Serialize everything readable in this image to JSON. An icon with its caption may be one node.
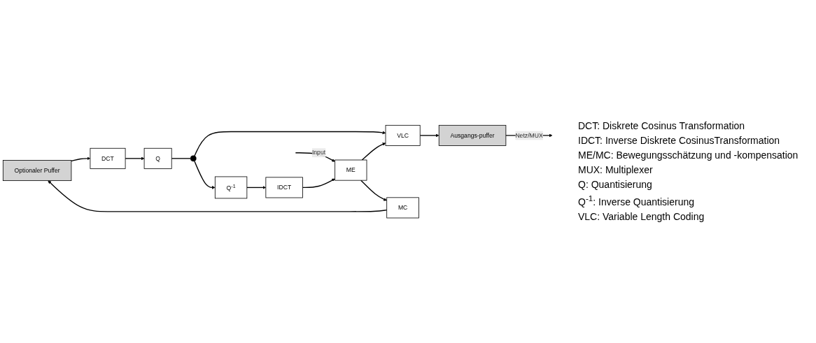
{
  "diagram": {
    "nodes": [
      {
        "text": [
          "Optionaler Puffer"
        ]
      },
      {
        "text": [
          "DCT"
        ]
      },
      {
        "text": [
          "Q"
        ]
      },
      {
        "text": [],
        "shape": "circle"
      },
      {
        "text": [
          "VLC"
        ]
      },
      {
        "text": [
          "Ausgangs-puffer"
        ]
      },
      {
        "text": [
          "MC"
        ]
      },
      {
        "text": [
          "ME"
        ]
      },
      {
        "text": [
          "IDCT"
        ]
      },
      {
        "text": [
          "Q$^{-1}$"
        ]
      }
    ],
    "edges": [
      {
        "from": 0,
        "to": 1,
        "arrow": "to"
      },
      {
        "from": 1,
        "to": 2,
        "arrow": "to"
      },
      {
        "from": 2,
        "to": 3,
        "arrow": "none"
      },
      {
        "from": 3,
        "to": 4,
        "arrow": "to"
      },
      {
        "from": 4,
        "to": 5,
        "arrow": "to"
      },
      {
        "from": 5,
        "to": null,
        "arrow": "to",
        "label": "Netz/MUX"
      },
      {
        "from": null,
        "to": 7,
        "arrow": "to",
        "label": "Input"
      },
      {
        "from": 7,
        "to": 6,
        "arrow": "to"
      },
      {
        "from": 6,
        "to": 0,
        "arrow": "to"
      },
      {
        "from": 7,
        "to": 4,
        "arrow": "to"
      },
      {
        "from": 3,
        "to": 9,
        "arrow": "to"
      },
      {
        "from": 9,
        "to": 8,
        "arrow": "to"
      },
      {
        "from": 8,
        "to": 7,
        "arrow": "to"
      }
    ],
    "labels": [
      "DCT: Diskrete Cosinus Transformation",
      "IDCT: Inverse Diskrete CosinusTransformation",
      "ME/MC: Bewegungsschätzung und -kompensation",
      "MUX: Multiplexer",
      "Q: Quantisierung",
      "Q$^{-1}$: Inverse Quantisierung",
      "VLC: Variable Length Coding"
    ]
  }
}
